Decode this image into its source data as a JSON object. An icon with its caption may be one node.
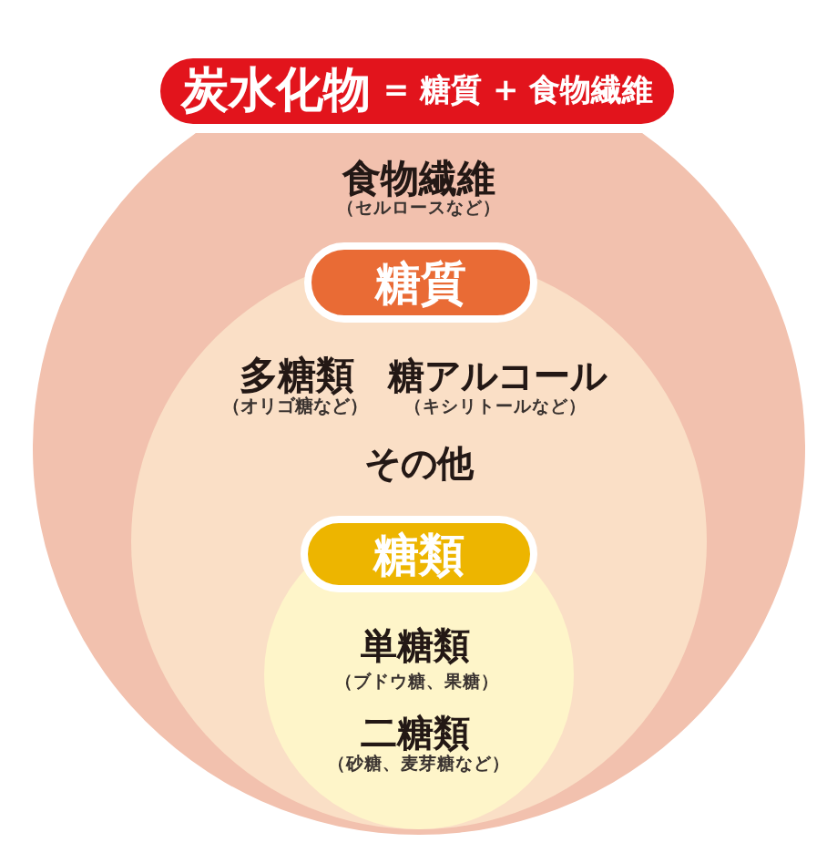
{
  "diagram": {
    "nodes": [
      {
        "text": [
          "炭水化物",
          "= 糖質 + 食物繊維"
        ]
      },
      {
        "text": [
          "食物繊維",
          "（セルロースなど）"
        ]
      },
      {
        "text": [
          "糖質",
          "多糖類",
          "（オリゴ糖など）",
          "糖アルコール",
          "（キシリトールなど）",
          "その他"
        ],
        "in": 1
      },
      {
        "text": [
          "糖類",
          "単糖類",
          "（ブドウ糖、果糖）",
          "二糖類",
          "（砂糖、麦芽糖など）"
        ],
        "in": 2
      }
    ]
  }
}
